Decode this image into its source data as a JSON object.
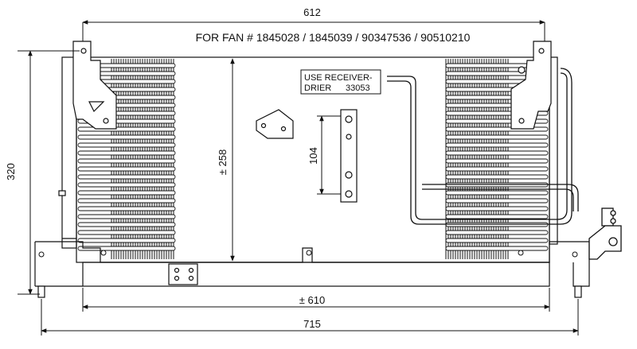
{
  "fan_note": "FOR FAN # 1845028 / 1845039 / 90347536 / 90510210",
  "receiver_note": {
    "line1": "USE RECEIVER-",
    "line2": "DRIER",
    "part": "33053"
  },
  "dimensions": {
    "top_width": "612",
    "height": "320",
    "core_height": "± 258",
    "bracket_spacing": "104",
    "core_width": "± 610",
    "overall_width": "715"
  },
  "colors": {
    "line": "#111111",
    "background": "#ffffff"
  }
}
